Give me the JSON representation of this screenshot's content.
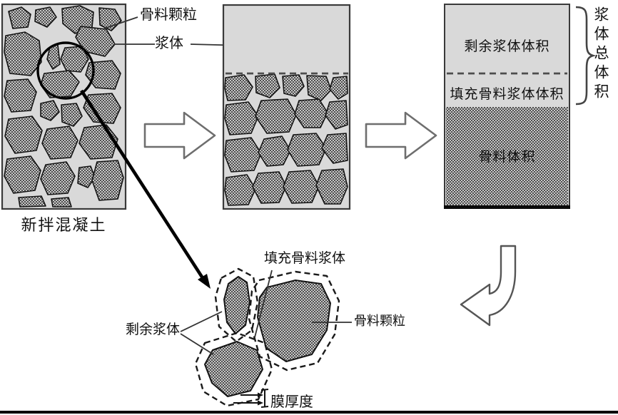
{
  "figure": {
    "fresh_panel": {
      "caption": "新拌混凝土",
      "aggregate_label": "骨料颗粒",
      "paste_label": "浆体"
    },
    "volume_panel": {
      "remaining_paste_volume": "剩余浆体体积",
      "filling_paste_volume": "填充骨料浆体体积",
      "aggregate_volume": "骨料体积",
      "total_paste_volume": "浆体总体积"
    },
    "detail_view": {
      "filling_paste": "填充骨料浆体",
      "remaining_paste": "剩余浆体",
      "aggregate_particle": "骨料颗粒",
      "film_thickness": "膜厚度"
    }
  },
  "colors": {
    "paste": "#d9d9d9",
    "aggregate_light": "#c7c7c7",
    "aggregate_dark": "#4e4e4e",
    "outline": "#333333"
  }
}
